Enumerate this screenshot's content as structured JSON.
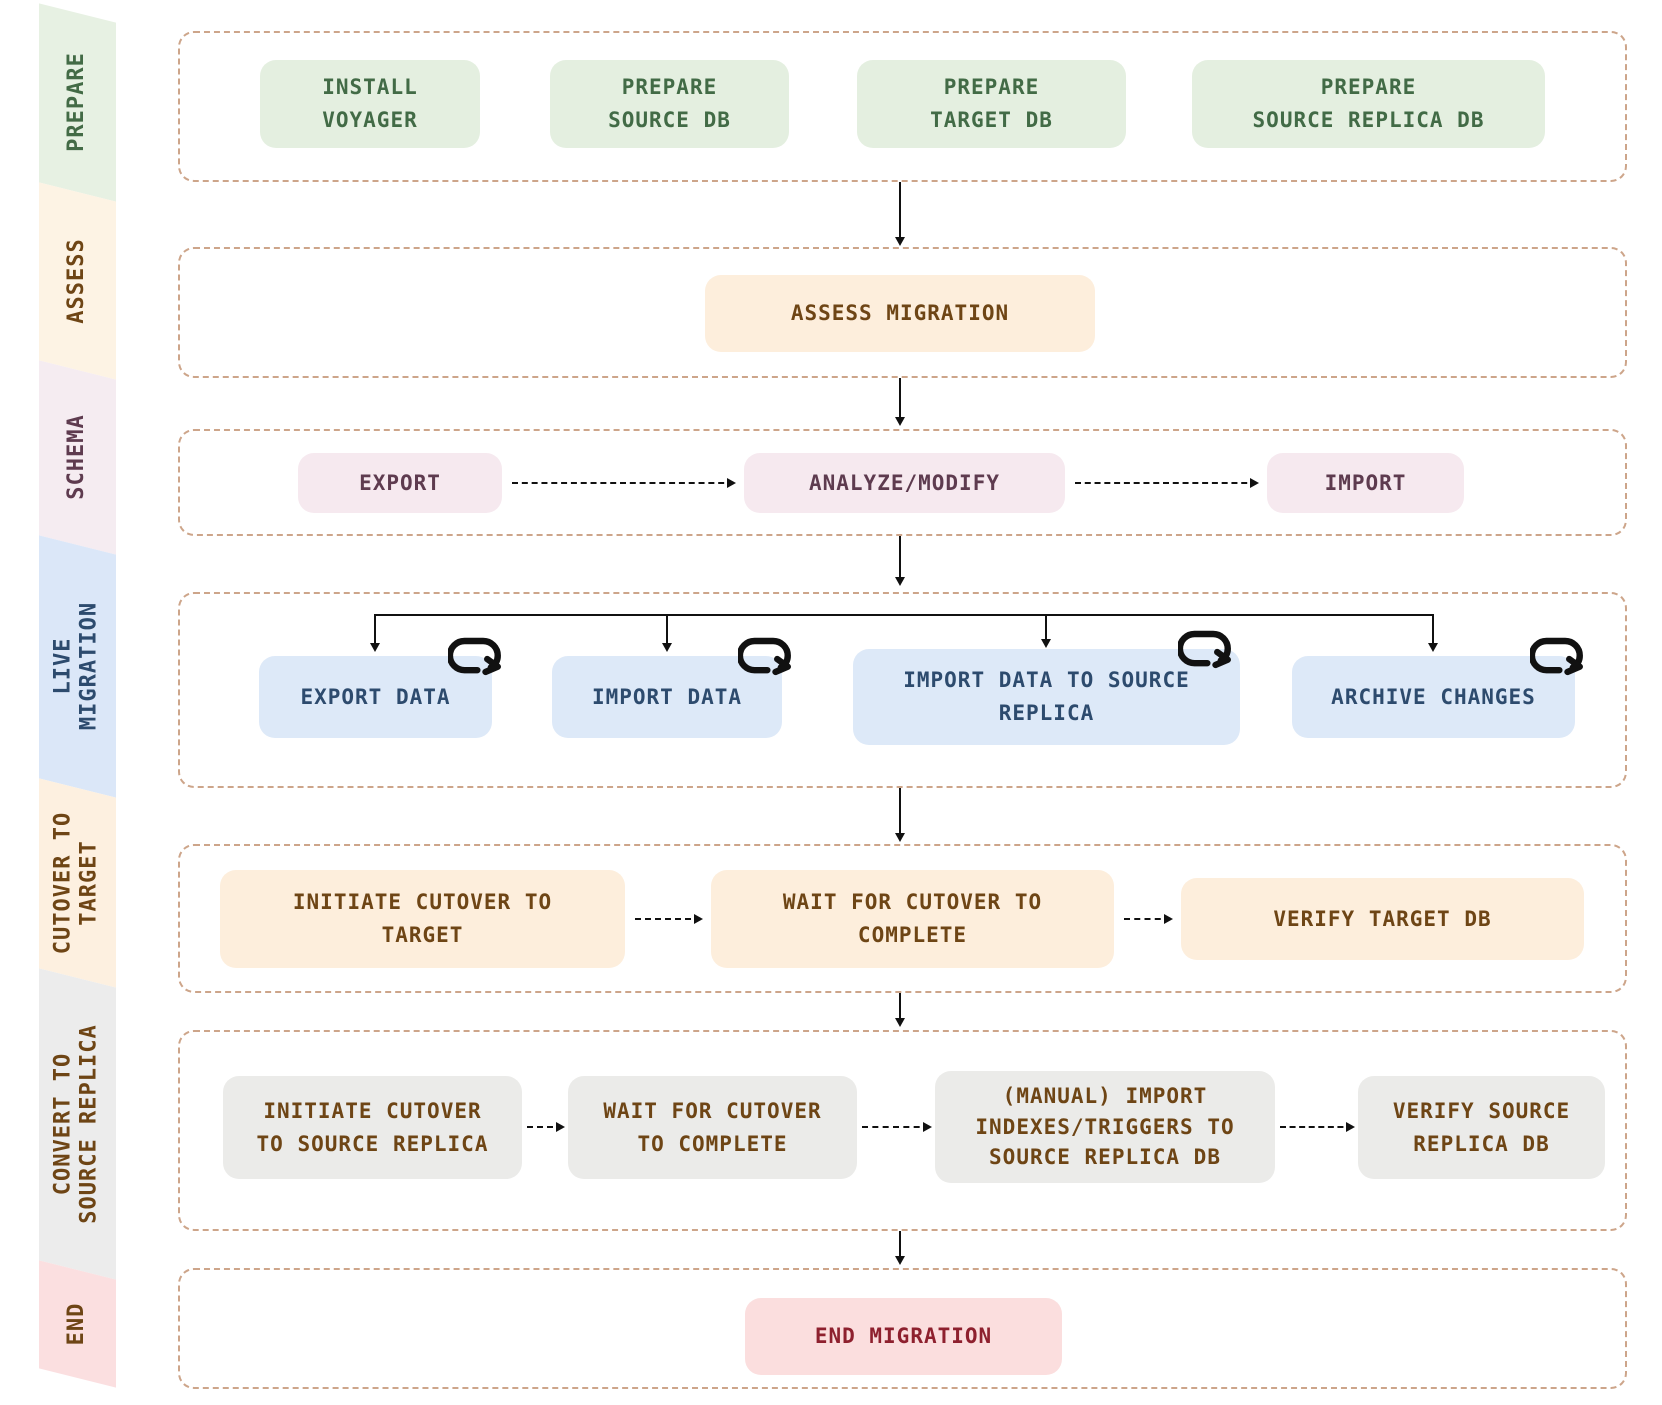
{
  "diagram_type": "flowchart",
  "subject": "database migration workflow",
  "sidebar": {
    "phases": [
      {
        "label": "PREPARE",
        "bg": "#e7f1e3",
        "color": "#436b46"
      },
      {
        "label": "ASSESS",
        "bg": "#fdf3e4",
        "color": "#6e4515"
      },
      {
        "label": "SCHEMA",
        "bg": "#f5ecf1",
        "color": "#5e3b4f"
      },
      {
        "label": "LIVE\nMIGRATION",
        "bg": "#dbe7f8",
        "color": "#2d4b6e"
      },
      {
        "label": "CUTOVER TO\nTARGET",
        "bg": "#fdf0e0",
        "color": "#6e4515"
      },
      {
        "label": "CONVERT TO\nSOURCE REPLICA",
        "bg": "#ececec",
        "color": "#6e4515"
      },
      {
        "label": "END",
        "bg": "#fbdfe0",
        "color": "#6e4515"
      }
    ]
  },
  "flow": {
    "prepare": {
      "nodes": [
        {
          "label": "INSTALL\nVOYAGER"
        },
        {
          "label": "PREPARE\nSOURCE DB"
        },
        {
          "label": "PREPARE\nTARGET DB"
        },
        {
          "label": "PREPARE\nSOURCE REPLICA DB"
        }
      ]
    },
    "assess": {
      "nodes": [
        {
          "label": "ASSESS MIGRATION"
        }
      ]
    },
    "schema": {
      "nodes": [
        {
          "label": "EXPORT"
        },
        {
          "label": "ANALYZE/MODIFY"
        },
        {
          "label": "IMPORT"
        }
      ]
    },
    "live_migration": {
      "nodes": [
        {
          "label": "EXPORT DATA",
          "loop": true
        },
        {
          "label": "IMPORT DATA",
          "loop": true
        },
        {
          "label": "IMPORT DATA TO SOURCE\nREPLICA",
          "loop": true
        },
        {
          "label": "ARCHIVE CHANGES",
          "loop": true
        }
      ]
    },
    "cutover_to_target": {
      "nodes": [
        {
          "label": "INITIATE CUTOVER TO\nTARGET"
        },
        {
          "label": "WAIT FOR CUTOVER TO\nCOMPLETE"
        },
        {
          "label": "VERIFY TARGET DB"
        }
      ]
    },
    "convert_to_source_replica": {
      "nodes": [
        {
          "label": "INITIATE CUTOVER\nTO SOURCE REPLICA"
        },
        {
          "label": "WAIT FOR CUTOVER\nTO COMPLETE"
        },
        {
          "label": "(MANUAL) IMPORT\nINDEXES/TRIGGERS TO\nSOURCE REPLICA DB"
        },
        {
          "label": "VERIFY SOURCE\nREPLICA DB"
        }
      ]
    },
    "end": {
      "nodes": [
        {
          "label": "END MIGRATION"
        }
      ]
    }
  },
  "icons": {
    "loop": "repeat-loop-icon"
  },
  "colors": {
    "node_green_bg": "#e4efe0",
    "node_green_text": "#426b46",
    "node_peach_bg": "#fdeedc",
    "node_peach_text": "#6e4515",
    "node_pink_bg": "#f6e9ef",
    "node_pink_text": "#5e3b4f",
    "node_blue_bg": "#dde9f8",
    "node_blue_text": "#2d4b6e",
    "node_gray_bg": "#ebebe9",
    "node_gray_text": "#6e4515",
    "node_red_bg": "#fbdede",
    "node_red_text": "#8e202e",
    "frame_border": "#cda58a",
    "arrow": "#111111"
  }
}
